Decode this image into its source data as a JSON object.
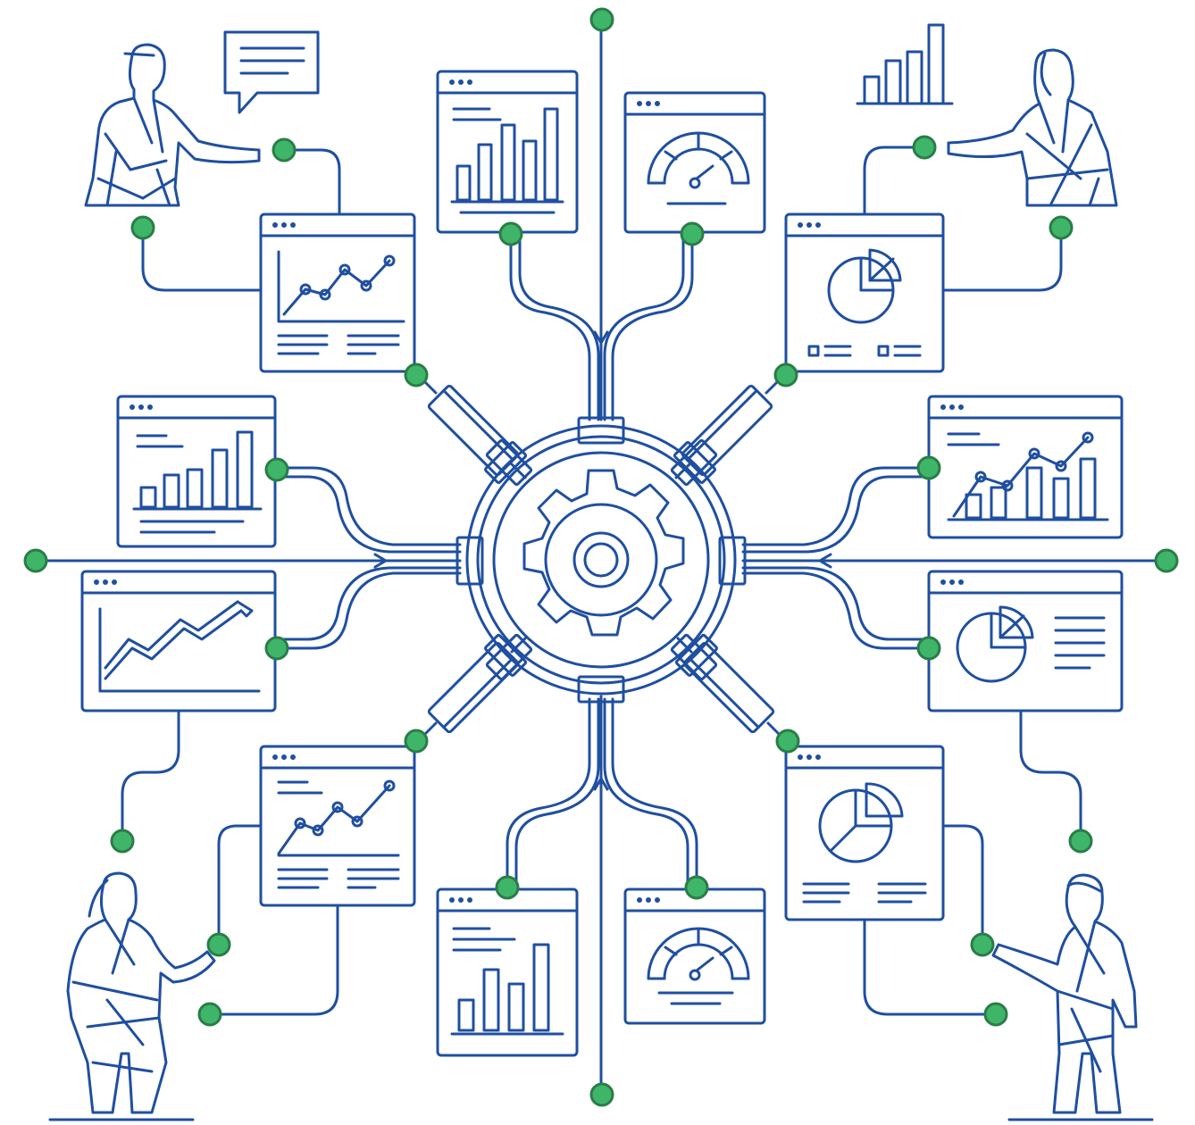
{
  "colors": {
    "line": "#1f4fa0",
    "node_fill": "#3fb56a",
    "node_stroke": "#2a7d47",
    "background": "#ffffff"
  },
  "hub": {
    "icon": "gear-icon"
  },
  "panels": [
    {
      "id": "panel-line-chart-top-left",
      "kind": "line-chart-with-legend",
      "icon": "line-chart-icon"
    },
    {
      "id": "panel-bar-chart-top-center",
      "kind": "bar-chart",
      "icon": "bar-chart-icon"
    },
    {
      "id": "panel-gauge-top-center",
      "kind": "gauge",
      "icon": "gauge-icon"
    },
    {
      "id": "panel-pie-chart-top-right",
      "kind": "pie-chart-with-legend",
      "icon": "pie-chart-icon"
    },
    {
      "id": "panel-bar-chart-left",
      "kind": "bar-chart",
      "icon": "bar-chart-icon"
    },
    {
      "id": "panel-trend-chart-left",
      "kind": "trend-line",
      "icon": "trend-line-icon"
    },
    {
      "id": "panel-combo-chart-right",
      "kind": "bar-line-combo",
      "icon": "combo-chart-icon"
    },
    {
      "id": "panel-pie-chart-right",
      "kind": "pie-chart-with-text",
      "icon": "pie-chart-icon"
    },
    {
      "id": "panel-line-chart-bottom-left",
      "kind": "line-chart-with-legend",
      "icon": "line-chart-icon"
    },
    {
      "id": "panel-bar-chart-bottom-center",
      "kind": "bar-chart",
      "icon": "bar-chart-icon"
    },
    {
      "id": "panel-gauge-bottom-center",
      "kind": "gauge",
      "icon": "gauge-icon"
    },
    {
      "id": "panel-pie-chart-bottom-right",
      "kind": "pie-chart-with-legend",
      "icon": "pie-chart-icon"
    }
  ],
  "people": [
    {
      "id": "person-top-left",
      "icon": "presenter-man-icon"
    },
    {
      "id": "person-top-right",
      "icon": "presenter-woman-icon"
    },
    {
      "id": "person-bottom-left",
      "icon": "presenter-woman-icon"
    },
    {
      "id": "person-bottom-right",
      "icon": "presenter-man-icon"
    }
  ],
  "decorations": [
    {
      "id": "speech-bubble",
      "icon": "speech-bubble-icon"
    },
    {
      "id": "floating-bar-chart",
      "icon": "bar-chart-icon"
    }
  ]
}
